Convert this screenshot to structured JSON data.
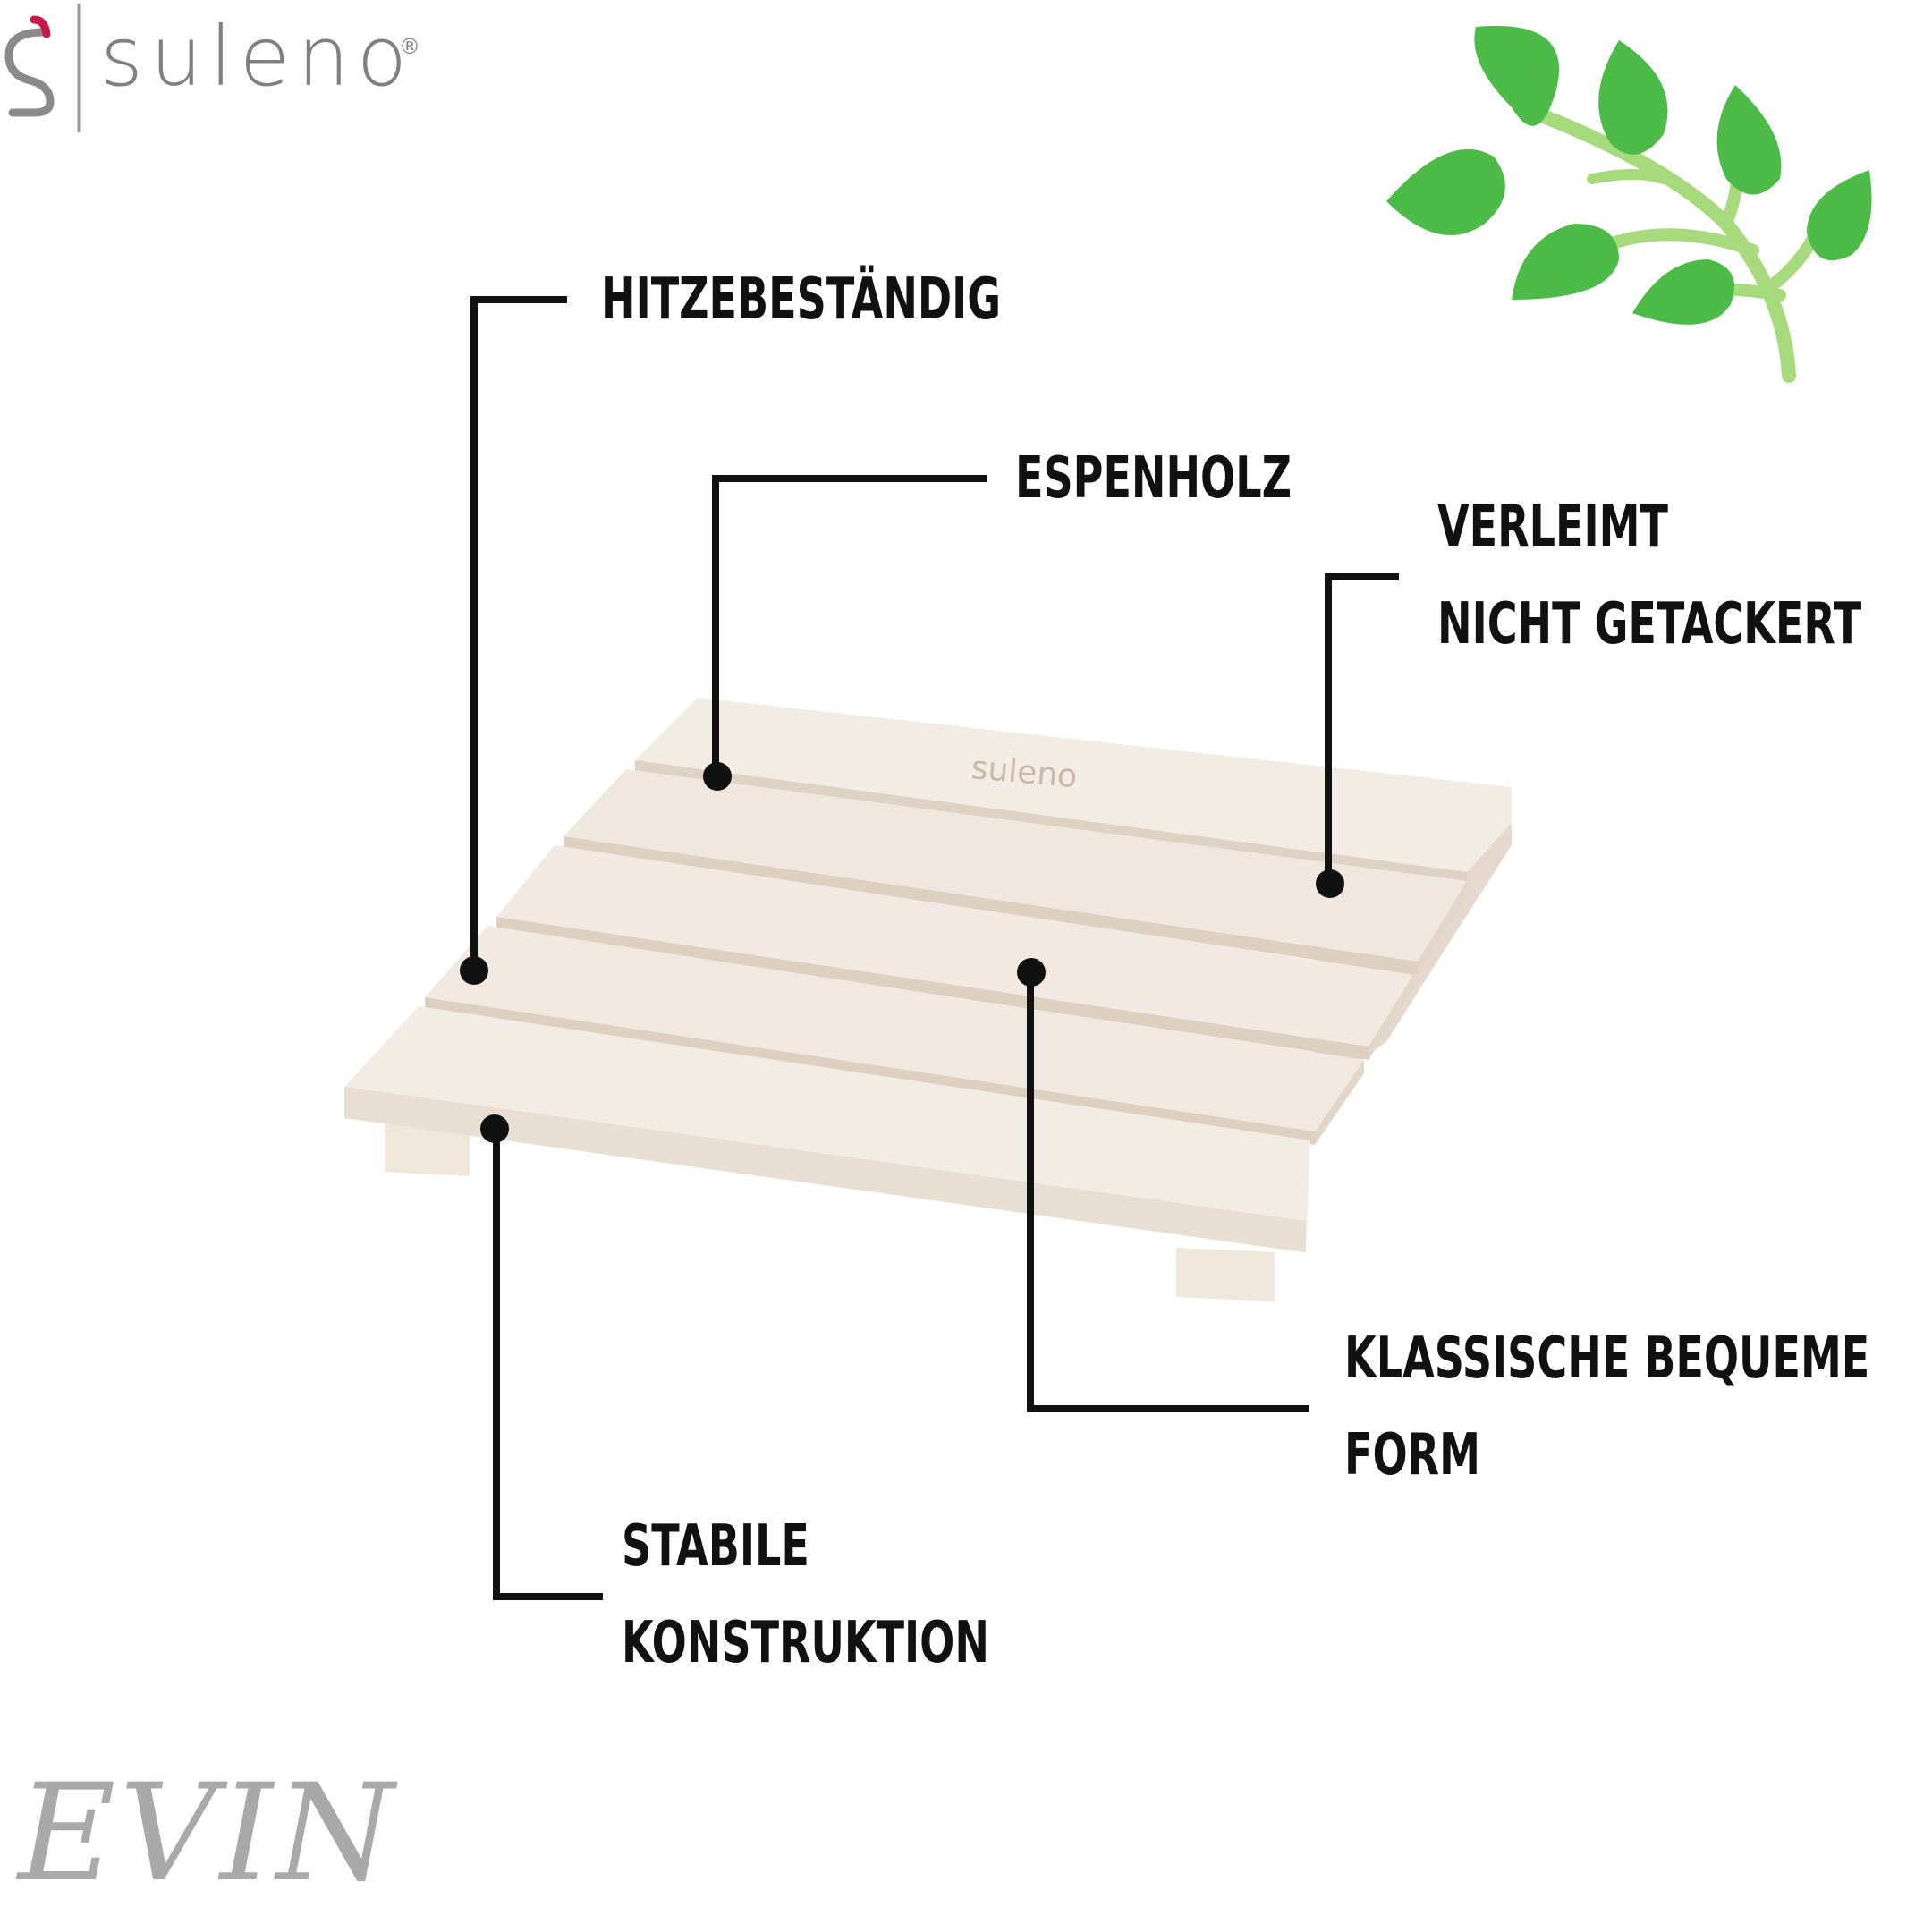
{
  "brand": {
    "name": "suleno",
    "registered_mark": "®",
    "product_line": "EVIN"
  },
  "product": {
    "engraved_logo_text": "suleno"
  },
  "decoration": {
    "leaves_icon": "green-leaf-branch-icon",
    "leaf_color": "#4cbb47",
    "stem_color": "#a6da7c"
  },
  "callouts": {
    "heat_resistant": "HITZEBESTÄNDIG",
    "aspen_wood": "ESPENHOLZ",
    "glued_line1": "VERLEIMT",
    "glued_line2": "NICHT GETACKERT",
    "classic_form_line1": "KLASSISCHE BEQUEME",
    "classic_form_line2": "FORM",
    "stable_line1": "STABILE",
    "stable_line2": "KONSTRUKTION"
  },
  "colors": {
    "callout_lines": "#111111",
    "wood_light": "#f2ebe4",
    "wood_edge": "#e6dcd0",
    "logo_accent": "#c8174a",
    "logo_gray": "#808080"
  }
}
